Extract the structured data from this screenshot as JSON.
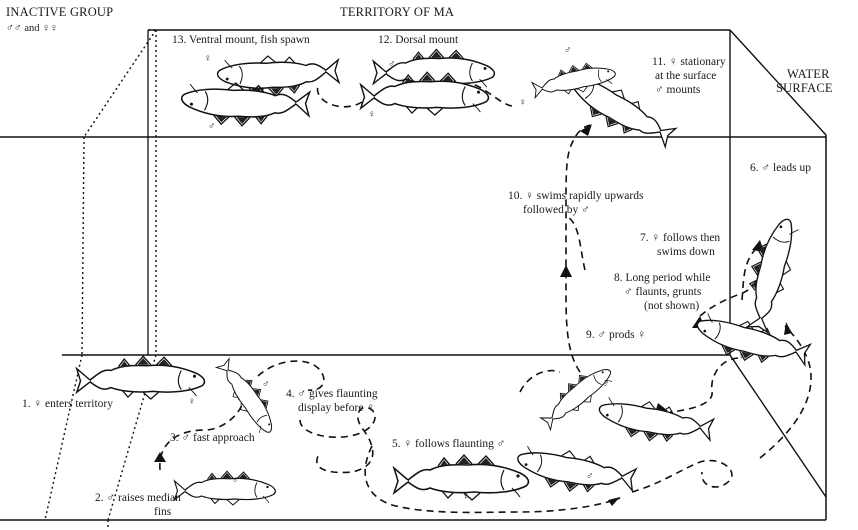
{
  "header": {
    "inactive_group": "INACTIVE GROUP",
    "inactive_sub": "♂♂ and ♀♀",
    "territory": "TERRITORY OF MA",
    "water_surface_1": "WATER",
    "water_surface_2": "SURFACE"
  },
  "steps": {
    "s1": "1. ♀ enters territory",
    "s2_a": "2. ♂ raises median",
    "s2_b": "fins",
    "s3": "3. ♂ fast approach",
    "s4_a": "4. ♂ gives flaunting",
    "s4_b": "display before ♀",
    "s5": "5. ♀ follows flaunting ♂",
    "s6": "6. ♂ leads up",
    "s7_a": "7. ♀ follows then",
    "s7_b": "swims down",
    "s8_a": "8. Long period while",
    "s8_b": "♂ flaunts, grunts",
    "s8_c": "(not shown)",
    "s9": "9. ♂ prods ♀",
    "s10_a": "10. ♀ swims rapidly upwards",
    "s10_b": "followed by ♂",
    "s11_a": "11. ♀ stationary",
    "s11_b": "at the surface",
    "s11_c": "♂ mounts",
    "s12": "12. Dorsal mount",
    "s13": "13. Ventral mount, fish spawn"
  },
  "sex_marks": {
    "male": "♂",
    "female": "♀"
  }
}
